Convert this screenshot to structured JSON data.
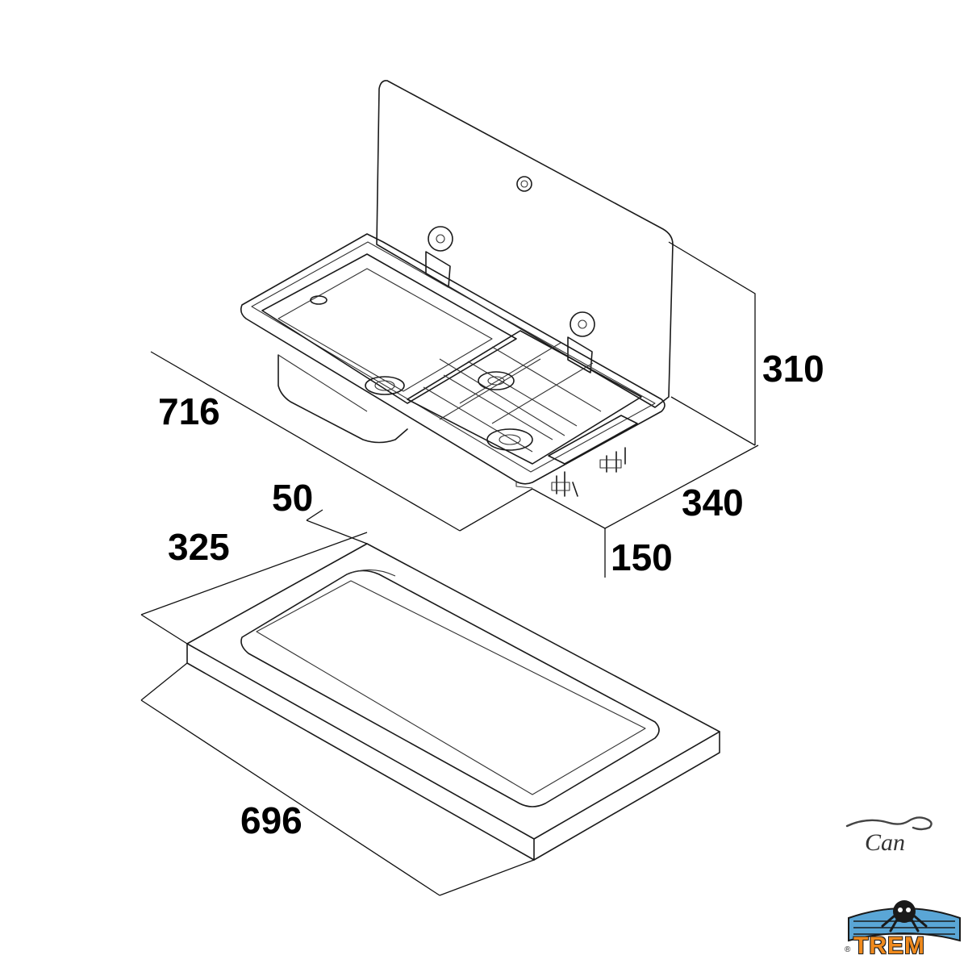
{
  "dimensions": {
    "unit_top_length": "716",
    "unit_height": "310",
    "unit_depth": "340",
    "unit_below": "150",
    "cutout_corner": "50",
    "cutout_width": "325",
    "cutout_length": "696"
  },
  "brands": {
    "maker": "Can",
    "dealer": "TREM",
    "registered_mark": "®"
  },
  "colors": {
    "line": "#1a1a1a",
    "dealer_orange": "#f08a1c",
    "dealer_blue": "#5aa6d6"
  },
  "icons": [
    "can-logo-icon",
    "trem-logo-icon"
  ]
}
